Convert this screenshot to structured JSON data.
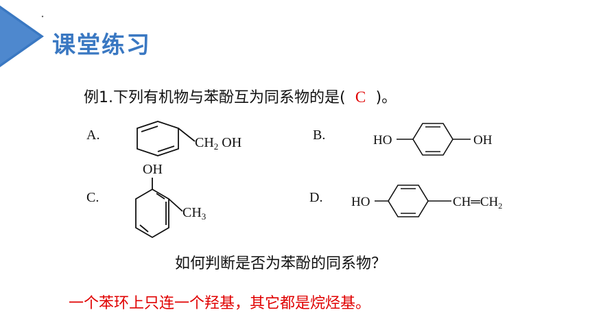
{
  "header": {
    "title": "课堂练习"
  },
  "question": {
    "text_before": "例1.下列有机物与苯酚互为同系物的是(",
    "answer": "C",
    "text_after": ")。"
  },
  "options": {
    "a": {
      "label": "A.",
      "substituent": "CH",
      "sub_index": "2",
      "substituent_tail": " OH"
    },
    "b": {
      "label": "B.",
      "left_group": "HO",
      "right_group": "OH"
    },
    "c": {
      "label": "C.",
      "top_group": "OH",
      "side_group": "CH",
      "side_index": "3"
    },
    "d": {
      "label": "D.",
      "left_group": "HO",
      "chain_1": "CH",
      "bond": "═",
      "chain_2": "CH",
      "chain_2_index": "2"
    }
  },
  "prompt": {
    "text": "如何判断是否为苯酚的同系物？"
  },
  "rule": {
    "text": "一个苯环上只连一个羟基，其它都是烷烃基。"
  },
  "colors": {
    "accent": "#3a78c2",
    "answer": "#e00000",
    "text": "#111111"
  }
}
